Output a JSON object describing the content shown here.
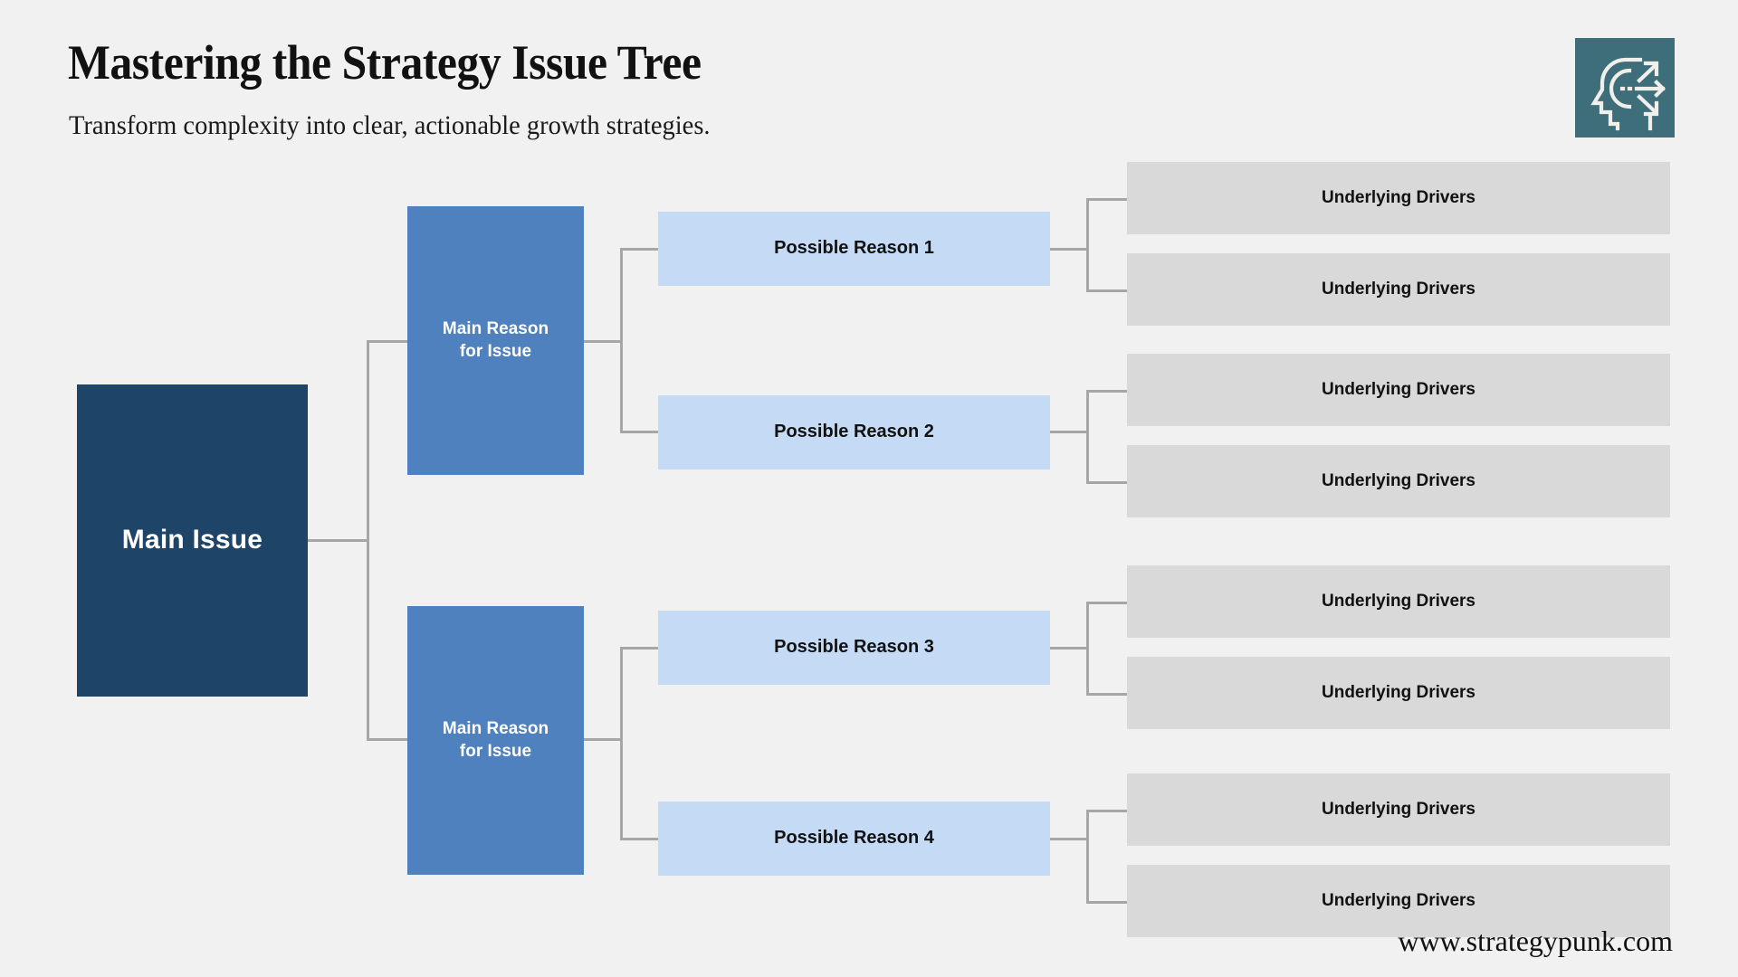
{
  "header": {
    "title": "Mastering the Strategy Issue Tree",
    "subtitle": "Transform complexity into clear, actionable growth strategies.",
    "logo_icon": "head-profile-diverging-arrows-icon"
  },
  "footer": {
    "website": "www.strategypunk.com"
  },
  "colors": {
    "background": "#f1f1f1",
    "main_issue": "#1e4468",
    "main_reason": "#4e81bd",
    "possible_reason": "#c5dbf5",
    "driver": "#d9d9d9",
    "connector": "#a6a6a6",
    "logo": "#3d6e79",
    "text_light": "#ffffff",
    "text_dark": "#111111"
  },
  "chart_data": {
    "type": "diagram",
    "diagram_kind": "issue-tree",
    "levels": 4,
    "root": "Main Issue",
    "nodes": {
      "main_issue": {
        "label": "Main Issue"
      },
      "main_reasons": [
        {
          "label": "Main Reason\nfor Issue"
        },
        {
          "label": "Main Reason\nfor Issue"
        }
      ],
      "possible_reasons": [
        {
          "label": "Possible Reason 1",
          "parent": 0
        },
        {
          "label": "Possible Reason 2",
          "parent": 0
        },
        {
          "label": "Possible Reason 3",
          "parent": 1
        },
        {
          "label": "Possible Reason 4",
          "parent": 1
        }
      ],
      "drivers": [
        {
          "label": "Underlying Drivers",
          "parent": 0
        },
        {
          "label": "Underlying Drivers",
          "parent": 0
        },
        {
          "label": "Underlying Drivers",
          "parent": 1
        },
        {
          "label": "Underlying Drivers",
          "parent": 1
        },
        {
          "label": "Underlying Drivers",
          "parent": 2
        },
        {
          "label": "Underlying Drivers",
          "parent": 2
        },
        {
          "label": "Underlying Drivers",
          "parent": 3
        },
        {
          "label": "Underlying Drivers",
          "parent": 3
        }
      ]
    }
  }
}
